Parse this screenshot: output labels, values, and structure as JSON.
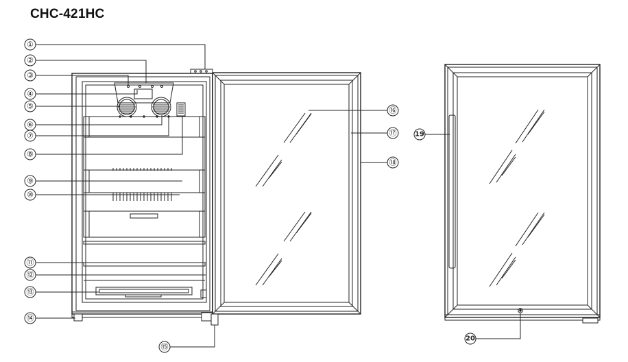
{
  "title": "CHC-421HC",
  "callouts": [
    "①",
    "②",
    "③",
    "④",
    "⑤",
    "⑥",
    "⑦",
    "⑧",
    "⑨",
    "⑩",
    "⑪",
    "⑫",
    "⑬",
    "⑭",
    "⑮",
    "⑯",
    "⑰",
    "⑱",
    "19",
    "20"
  ],
  "colors": {
    "ink": "#222222",
    "background": "#ffffff"
  }
}
